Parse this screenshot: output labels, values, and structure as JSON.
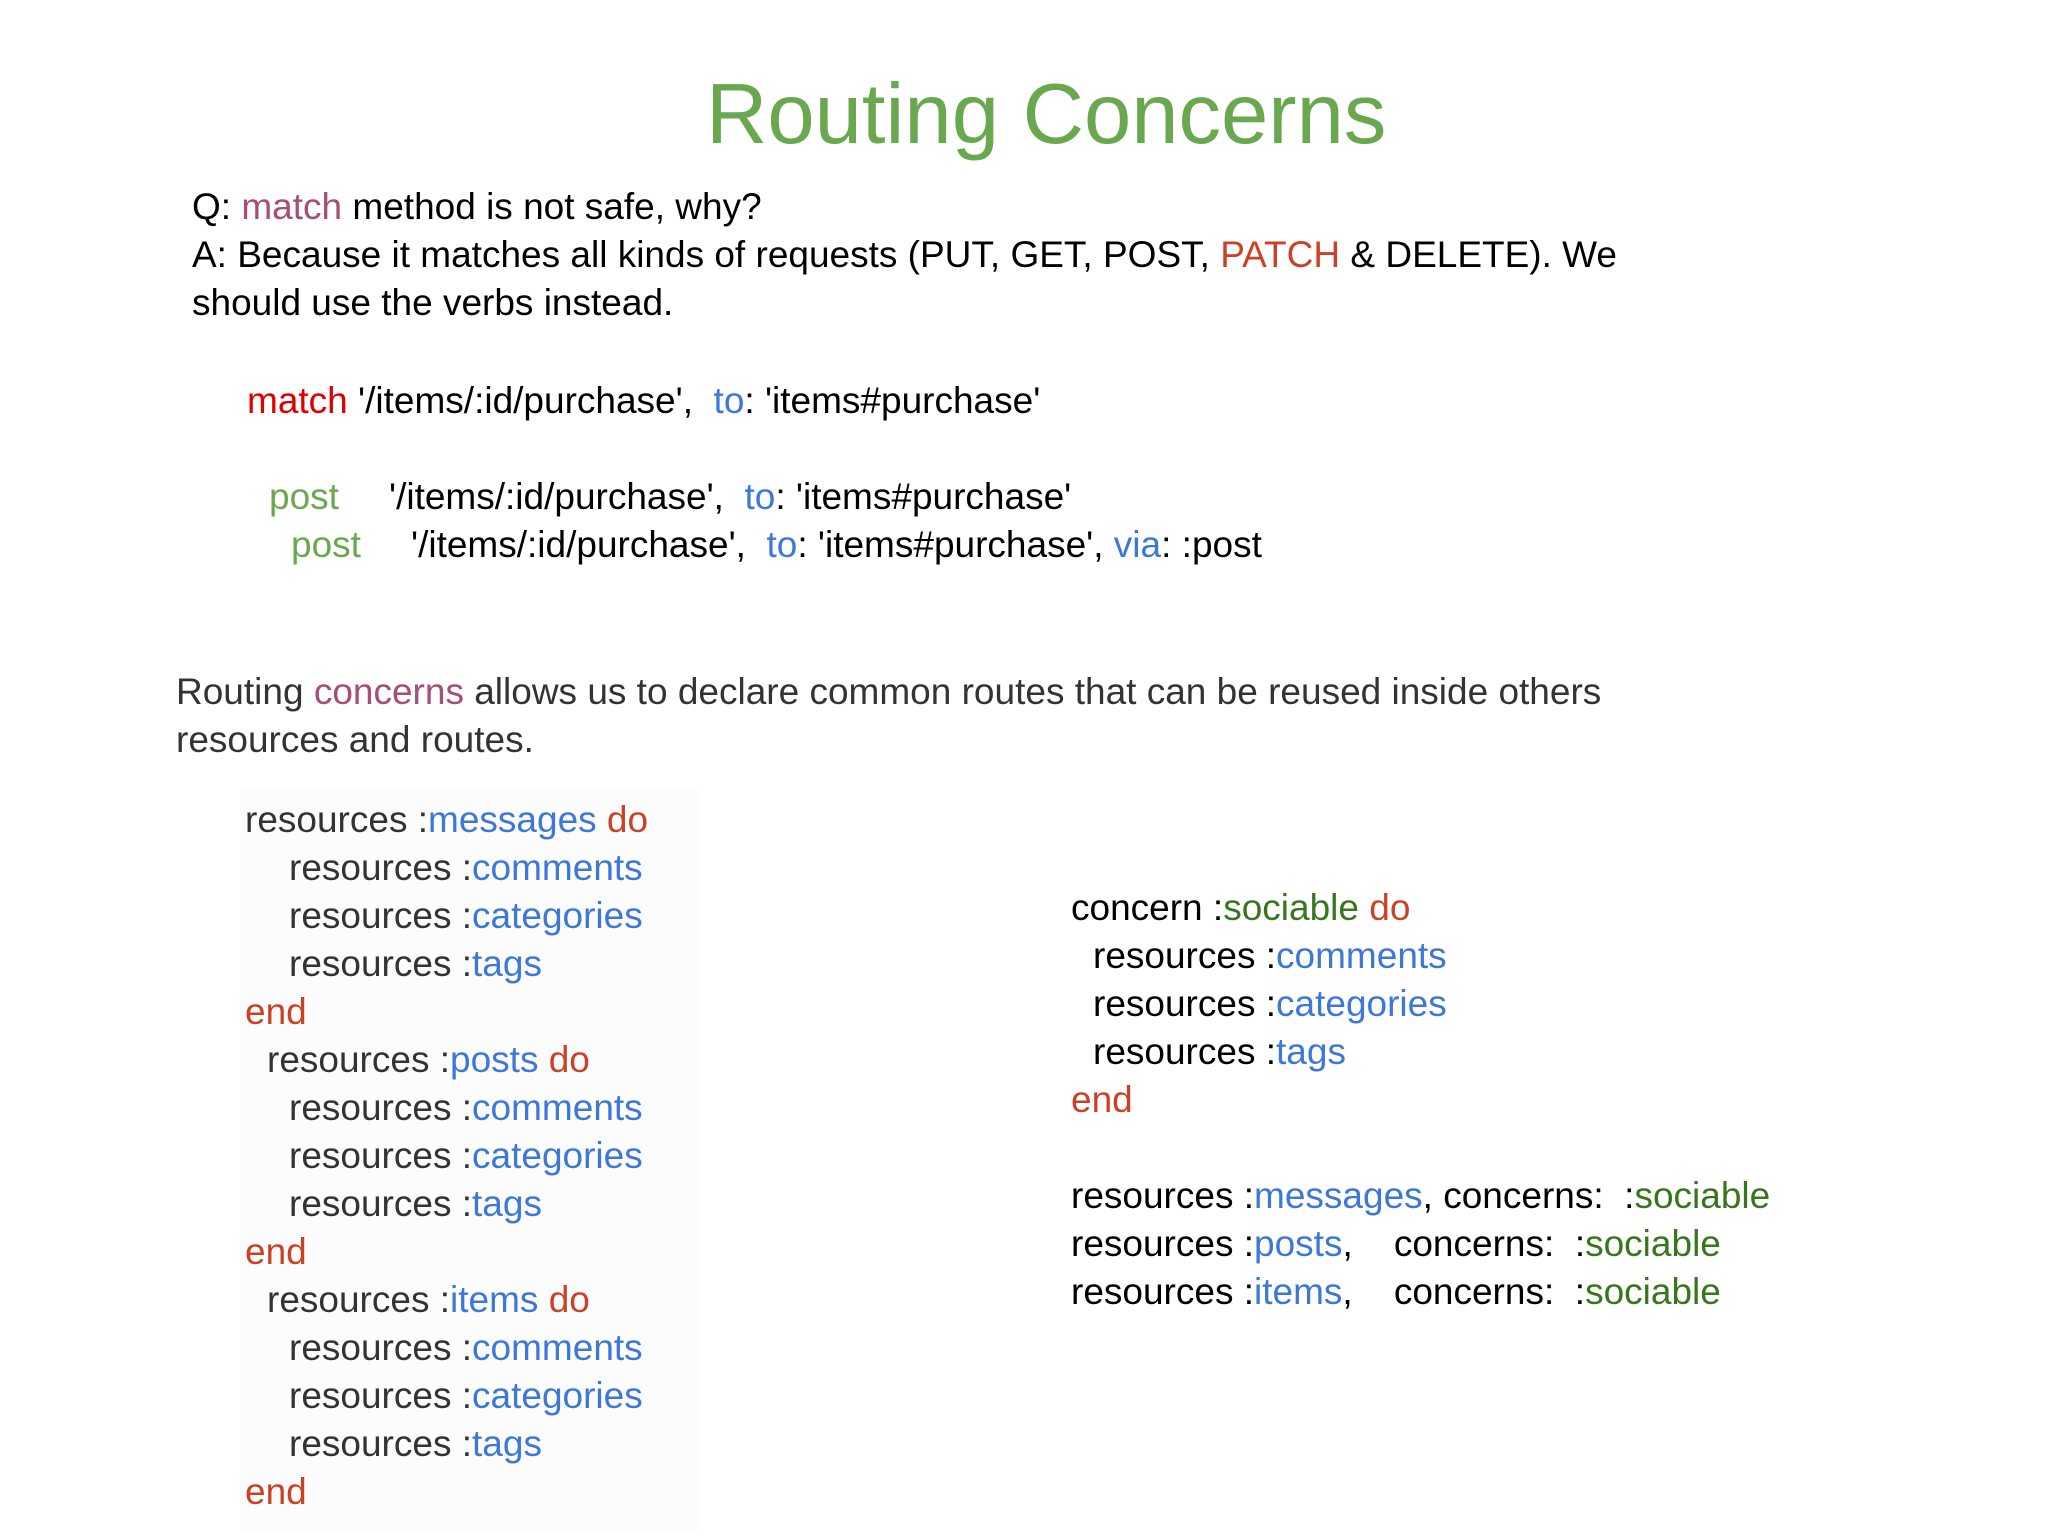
{
  "title": "Routing Concerns",
  "qa": {
    "q_prefix": "Q: ",
    "q_keyword": "match",
    "q_rest": " method is not safe, why?",
    "a_line1_pre": "A: Because it matches all kinds of requests (PUT, GET, POST, ",
    "a_line1_patch": "PATCH",
    "a_line1_post": " & DELETE). We",
    "a_line2": "should use the verbs instead."
  },
  "example": {
    "match_kw": "match",
    "match_path": " '/items/:id/purchase',  ",
    "match_to": "to",
    "match_tail": ": 'items#purchase'",
    "post1_kw": "post",
    "post1_path": "'/items/:id/purchase',  ",
    "post1_to": "to",
    "post1_tail": ": 'items#purchase'",
    "post2_kw": "post",
    "post2_path": "'/items/:id/purchase',  ",
    "post2_to": "to",
    "post2_mid": ": 'items#purchase', ",
    "post2_via": "via",
    "post2_tail": ": :post"
  },
  "intro": {
    "line1_pre": "Routing ",
    "line1_kw": "concerns",
    "line1_post": " allows us to declare common routes that can be reused inside others",
    "line2": "resources and routes."
  },
  "code": {
    "resources_kw": "resources :",
    "do_kw": " do",
    "end_kw": "end",
    "messages": "messages",
    "posts": "posts",
    "items": "items",
    "comments": "comments",
    "categories": "categories",
    "tags": "tags"
  },
  "concern": {
    "concern_kw": "concern :",
    "sociable": "sociable",
    "do_kw": " do",
    "resources_kw": "resources :",
    "comments": "comments",
    "categories": "categories",
    "tags": "tags",
    "end_kw": "end",
    "usage": [
      {
        "resource": "messages",
        "sep": ", concerns:  :",
        "concern": "sociable"
      },
      {
        "resource": "posts",
        "sep": ",    concerns:  :",
        "concern": "sociable"
      },
      {
        "resource": "items",
        "sep": ",    concerns:  :",
        "concern": "sociable"
      }
    ]
  },
  "colors": {
    "title": "#6aa84f",
    "keyword_red": "#e00000",
    "keyword_orange": "#cc4125",
    "keyword_purple": "#a64d79",
    "symbol_blue": "#3d78d8",
    "verb_green": "#6aa84f",
    "concern_green": "#38761d"
  }
}
